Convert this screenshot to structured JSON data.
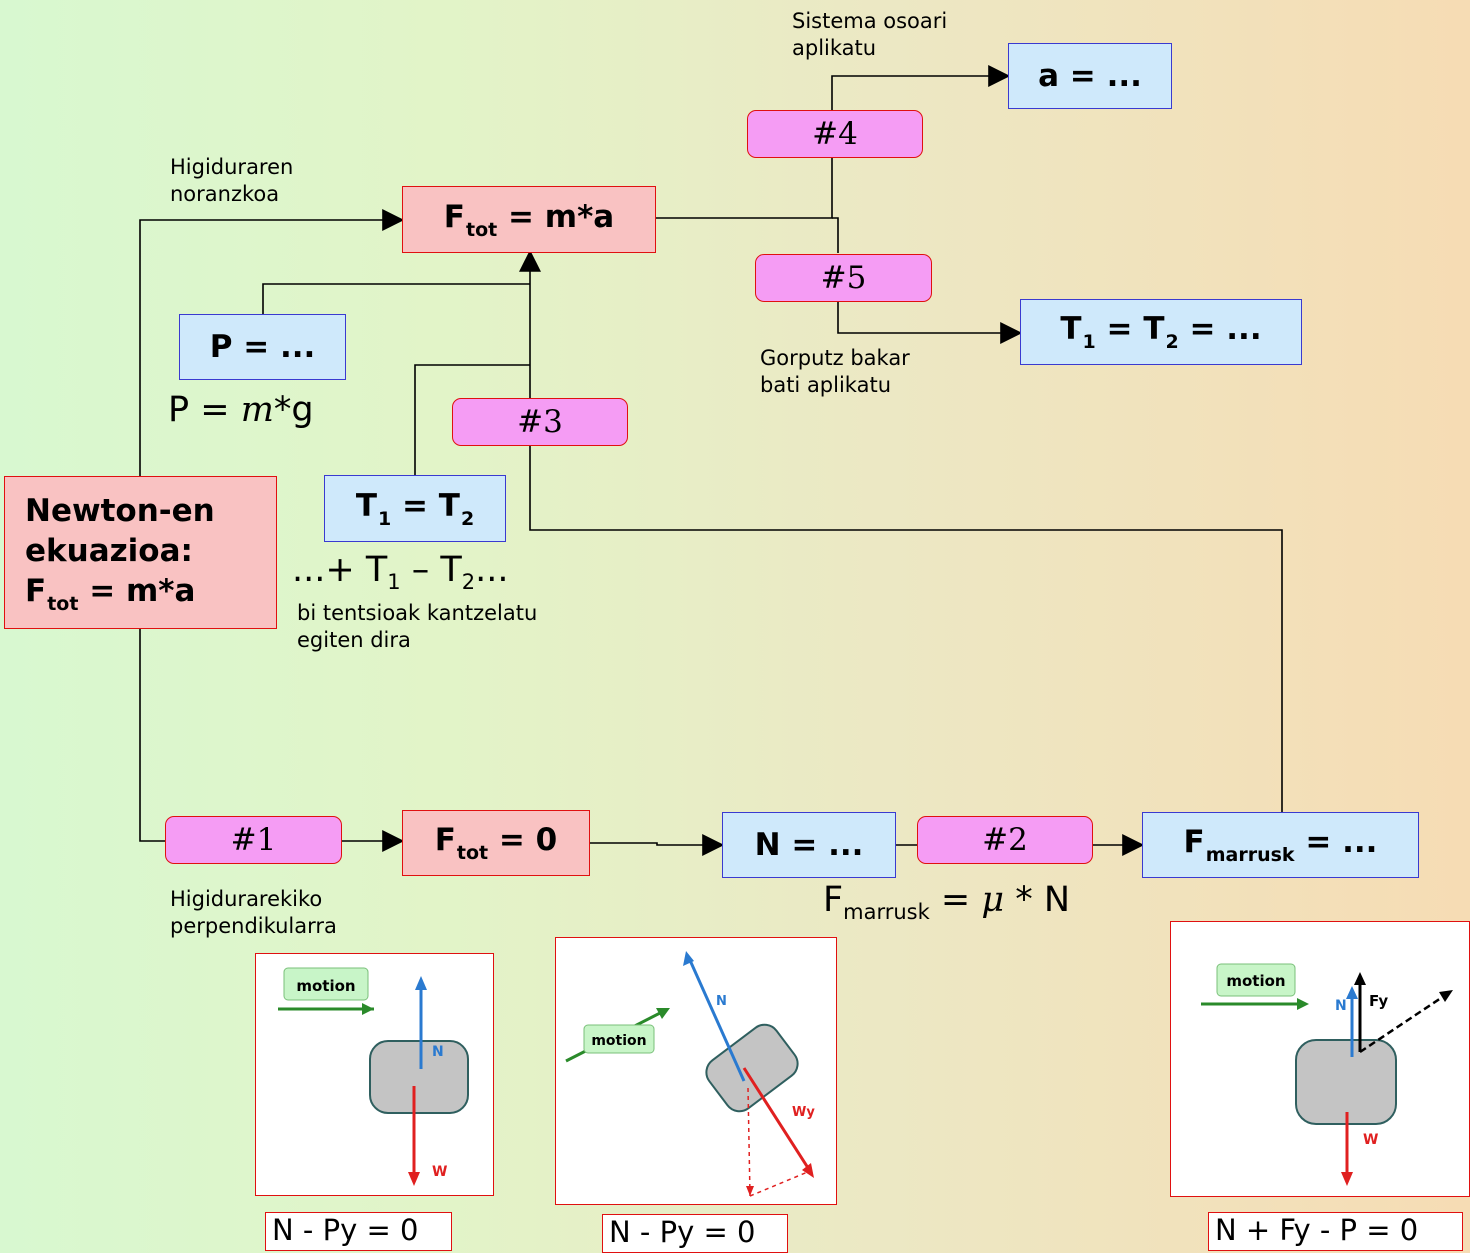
{
  "boxes": {
    "a_result": "a = ...",
    "ftot_main": {
      "base": "F",
      "sub": "tot",
      "rest": " = m*a"
    },
    "p_box": "P = ...",
    "t1t2_result": {
      "t1": "T",
      "s1": "1",
      "mid": " = T",
      "s2": "2",
      "rest": " = ..."
    },
    "t1_eq_t2": {
      "t1": "T",
      "s1": "1",
      "mid": " = T",
      "s2": "2"
    },
    "newton": {
      "line1": "Newton-en",
      "line2": "ekuazioa:",
      "base": "F",
      "sub": "tot",
      "rest": " = m*a"
    },
    "ftot_zero": {
      "base": "F",
      "sub": "tot",
      "rest": " = 0"
    },
    "n_box": "N = ...",
    "fmarrusk_box": {
      "base": "F",
      "sub": "marrusk",
      "rest": " = ..."
    }
  },
  "steps": [
    "#1",
    "#2",
    "#3",
    "#4",
    "#5"
  ],
  "labels": {
    "sistema": [
      "Sistema osoari",
      "aplikatu"
    ],
    "higiduraren": [
      "Higiduraren",
      "noranzkoa"
    ],
    "gorputz": [
      "Gorputz bakar",
      "bati aplikatu"
    ],
    "tentsioak": [
      "bi tentsioak kantzelatu",
      "egiten dira"
    ],
    "higidurarekiko": [
      "Higidurarekiko",
      "perpendikularra"
    ]
  },
  "formulas": {
    "p_formula": {
      "a": "P  =  ",
      "m": "m",
      "b": "*g"
    },
    "tension": {
      "a": "...+ T",
      "s1": "1",
      "b": " – T",
      "s2": "2",
      "c": "..."
    },
    "friction": {
      "a": "F",
      "sub": "marrusk",
      "b": "  =  ",
      "mu": "μ",
      "c": "  *  N"
    }
  },
  "figures": {
    "motion_label": "motion",
    "n_label": "N",
    "w_label": "W",
    "wy_label": "Wy",
    "fy_label": "Fy",
    "captions": [
      "N - Py = 0",
      "N - Py = 0",
      "N + Fy - P = 0"
    ]
  },
  "colors": {
    "blue_fill": "#cfe9fb",
    "red_fill": "#f9c2c2",
    "step_fill": "#f59cf4",
    "border_red": "#e01010"
  }
}
